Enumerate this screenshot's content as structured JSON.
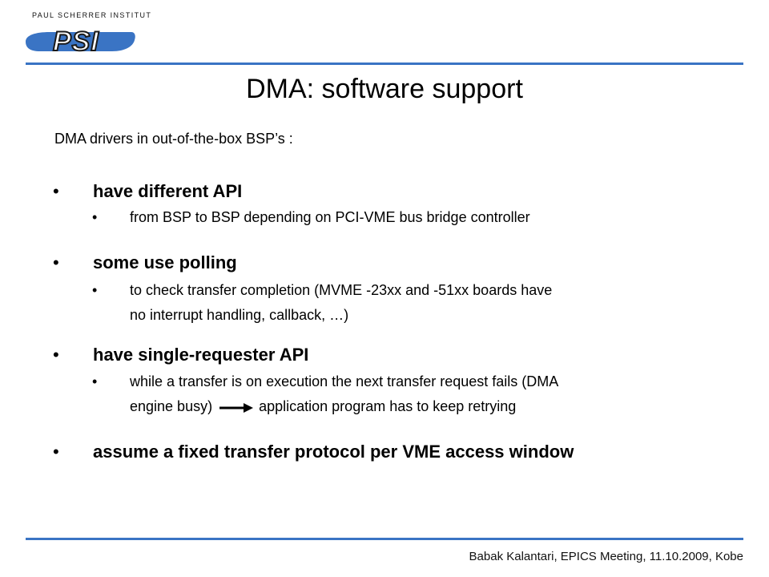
{
  "header": {
    "logo_caption": "PAUL SCHERRER INSTITUT",
    "logo_mark": "PSI",
    "brand_color": "#3a74c4"
  },
  "slide": {
    "title": "DMA: software support",
    "intro": "DMA drivers in out-of-the-box BSP’s :",
    "bullets": [
      {
        "text": "have different API",
        "sub": [
          "from BSP to BSP depending on PCI-VME bus bridge controller"
        ]
      },
      {
        "text": "some use polling",
        "sub": [
          "to check transfer completion (MVME -23xx and -51xx boards have",
          "no interrupt handling, callback, …)"
        ]
      },
      {
        "text": "have single-requester API",
        "sub": [
          "while a transfer is on execution the next transfer request fails (DMA",
          "engine busy)",
          "application program has to keep retrying"
        ]
      },
      {
        "text": "assume a fixed transfer protocol per VME access window",
        "sub": []
      }
    ],
    "bullet_glyph": "•"
  },
  "footer": {
    "text": "Babak Kalantari, EPICS Meeting, 11.10.2009, Kobe"
  }
}
